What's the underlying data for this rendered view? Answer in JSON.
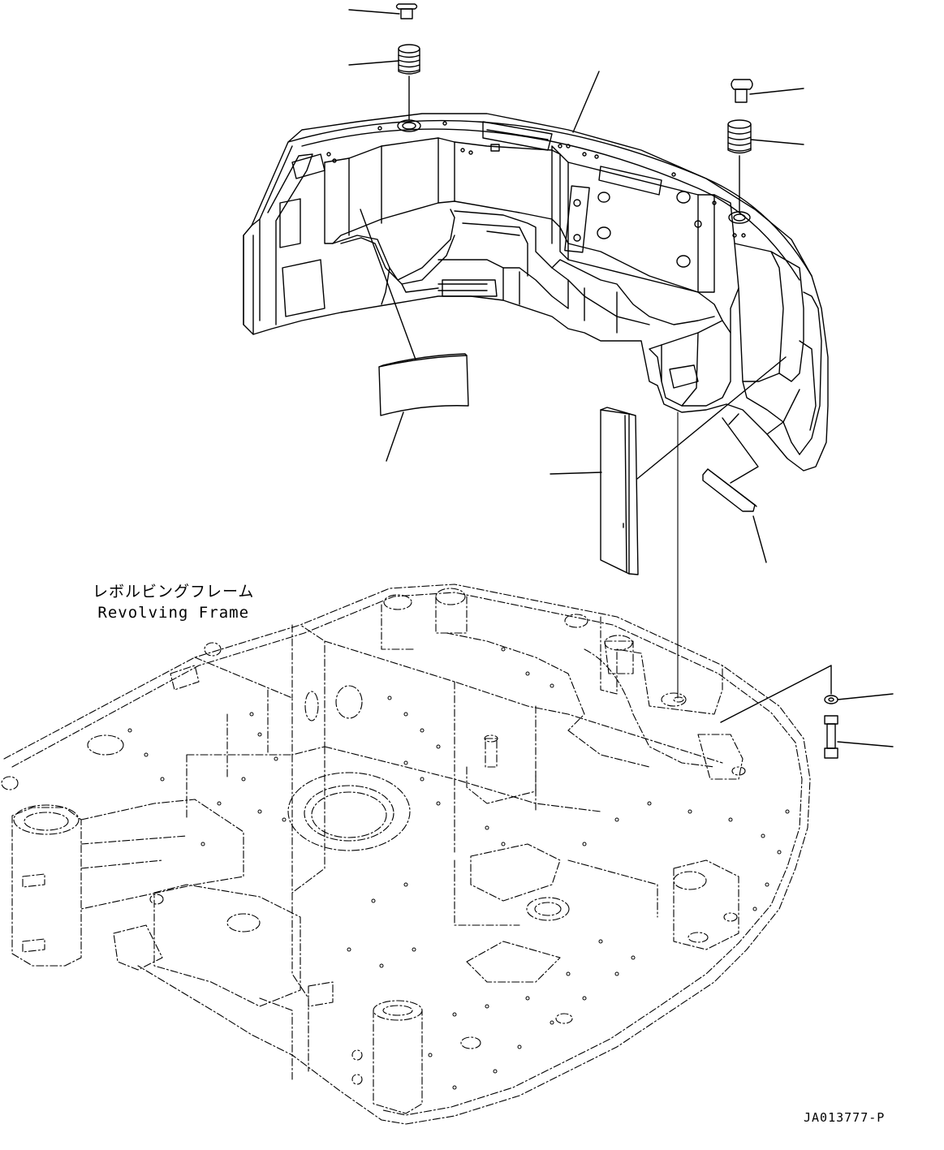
{
  "labels": {
    "revolving_frame_jp": "レボルビングフレーム",
    "revolving_frame_en": "Revolving Frame"
  },
  "drawing_code": "JA013777-P",
  "colors": {
    "line": "#000000",
    "background": "#ffffff"
  },
  "parts": [
    "counterweight",
    "bolt-cap-left",
    "threaded-plug-left",
    "bolt-cap-right",
    "threaded-plug-right",
    "spacer-plate",
    "shim-plate-vertical",
    "wedge-plate",
    "washer",
    "mounting-bolt",
    "revolving-frame"
  ]
}
